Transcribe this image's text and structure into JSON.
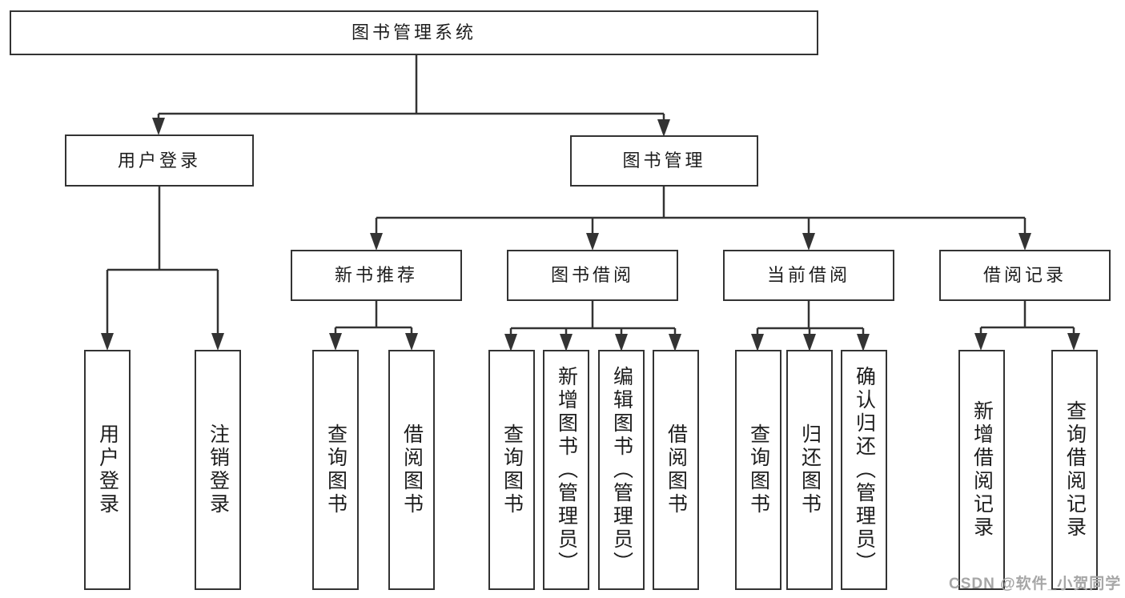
{
  "tree": {
    "label": "图书管理系统",
    "children": [
      {
        "label": "用户登录",
        "children": [
          {
            "label": "用户登录"
          },
          {
            "label": "注销登录"
          }
        ]
      },
      {
        "label": "图书管理",
        "children": [
          {
            "label": "新书推荐",
            "children": [
              {
                "label": "查询图书"
              },
              {
                "label": "借阅图书"
              }
            ]
          },
          {
            "label": "图书借阅",
            "children": [
              {
                "label": "查询图书"
              },
              {
                "label": "新增图书（管理员）"
              },
              {
                "label": "编辑图书（管理员）"
              },
              {
                "label": "借阅图书"
              }
            ]
          },
          {
            "label": "当前借阅",
            "children": [
              {
                "label": "查询图书"
              },
              {
                "label": "归还图书"
              },
              {
                "label": "确认归还（管理员）"
              }
            ]
          },
          {
            "label": "借阅记录",
            "children": [
              {
                "label": "新增借阅记录"
              },
              {
                "label": "查询借阅记录"
              }
            ]
          }
        ]
      }
    ]
  },
  "watermark": {
    "text": "CSDN @软件_小贺同学"
  },
  "colors": {
    "border": "#333333",
    "line": "#333333",
    "text": "#1d1d1d",
    "watermark": "#a6a6a6",
    "background": "#ffffff"
  }
}
